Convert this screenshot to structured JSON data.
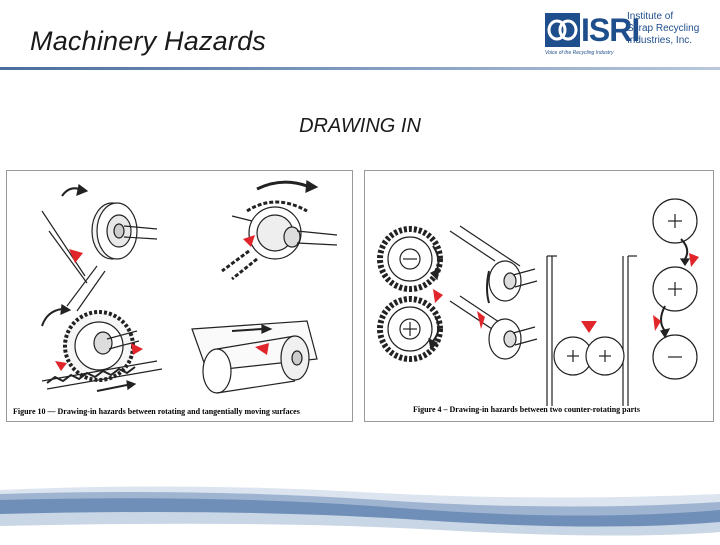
{
  "slide": {
    "title": "Machinery Hazards",
    "subtitle": "DRAWING IN"
  },
  "logo": {
    "mark_text": "ISRI",
    "line1": "Institute of",
    "line2": "Scrap Recycling",
    "line3": "Industries, Inc.",
    "tagline": "Voice of the Recycling Industry"
  },
  "figures": {
    "left_caption": "Figure 10 — Drawing-in hazards between rotating and tangentially moving surfaces",
    "right_caption": "Figure 4 – Drawing-in hazards between two counter-rotating parts"
  },
  "colors": {
    "accent_blue": "#1f4e8c",
    "hazard_red": "#e0262b",
    "band_blue": "#6f8fb8"
  }
}
